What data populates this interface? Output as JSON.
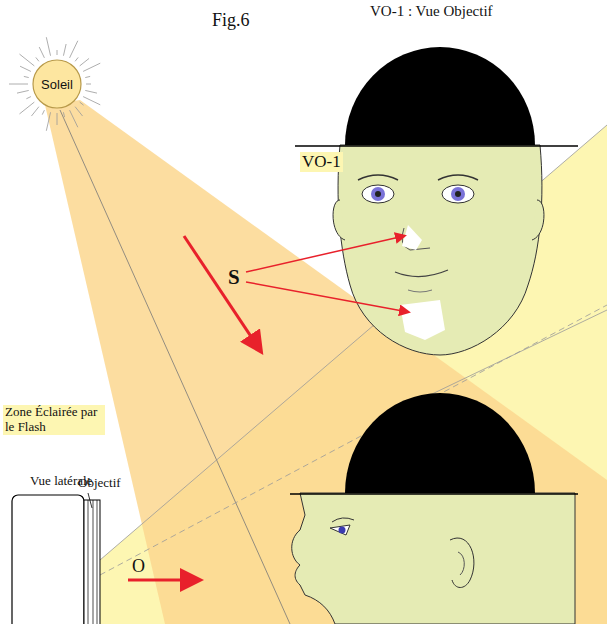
{
  "diagram": {
    "nodes": [
      {
        "text": [
          "Soleil"
        ]
      }
    ],
    "labels": [
      "Fig.6",
      "VO-1 : Vue Objectif",
      "VO-1",
      "S",
      "Zone Éclairée par le Flash",
      "Vue latérale",
      "Objectif",
      "O"
    ]
  }
}
